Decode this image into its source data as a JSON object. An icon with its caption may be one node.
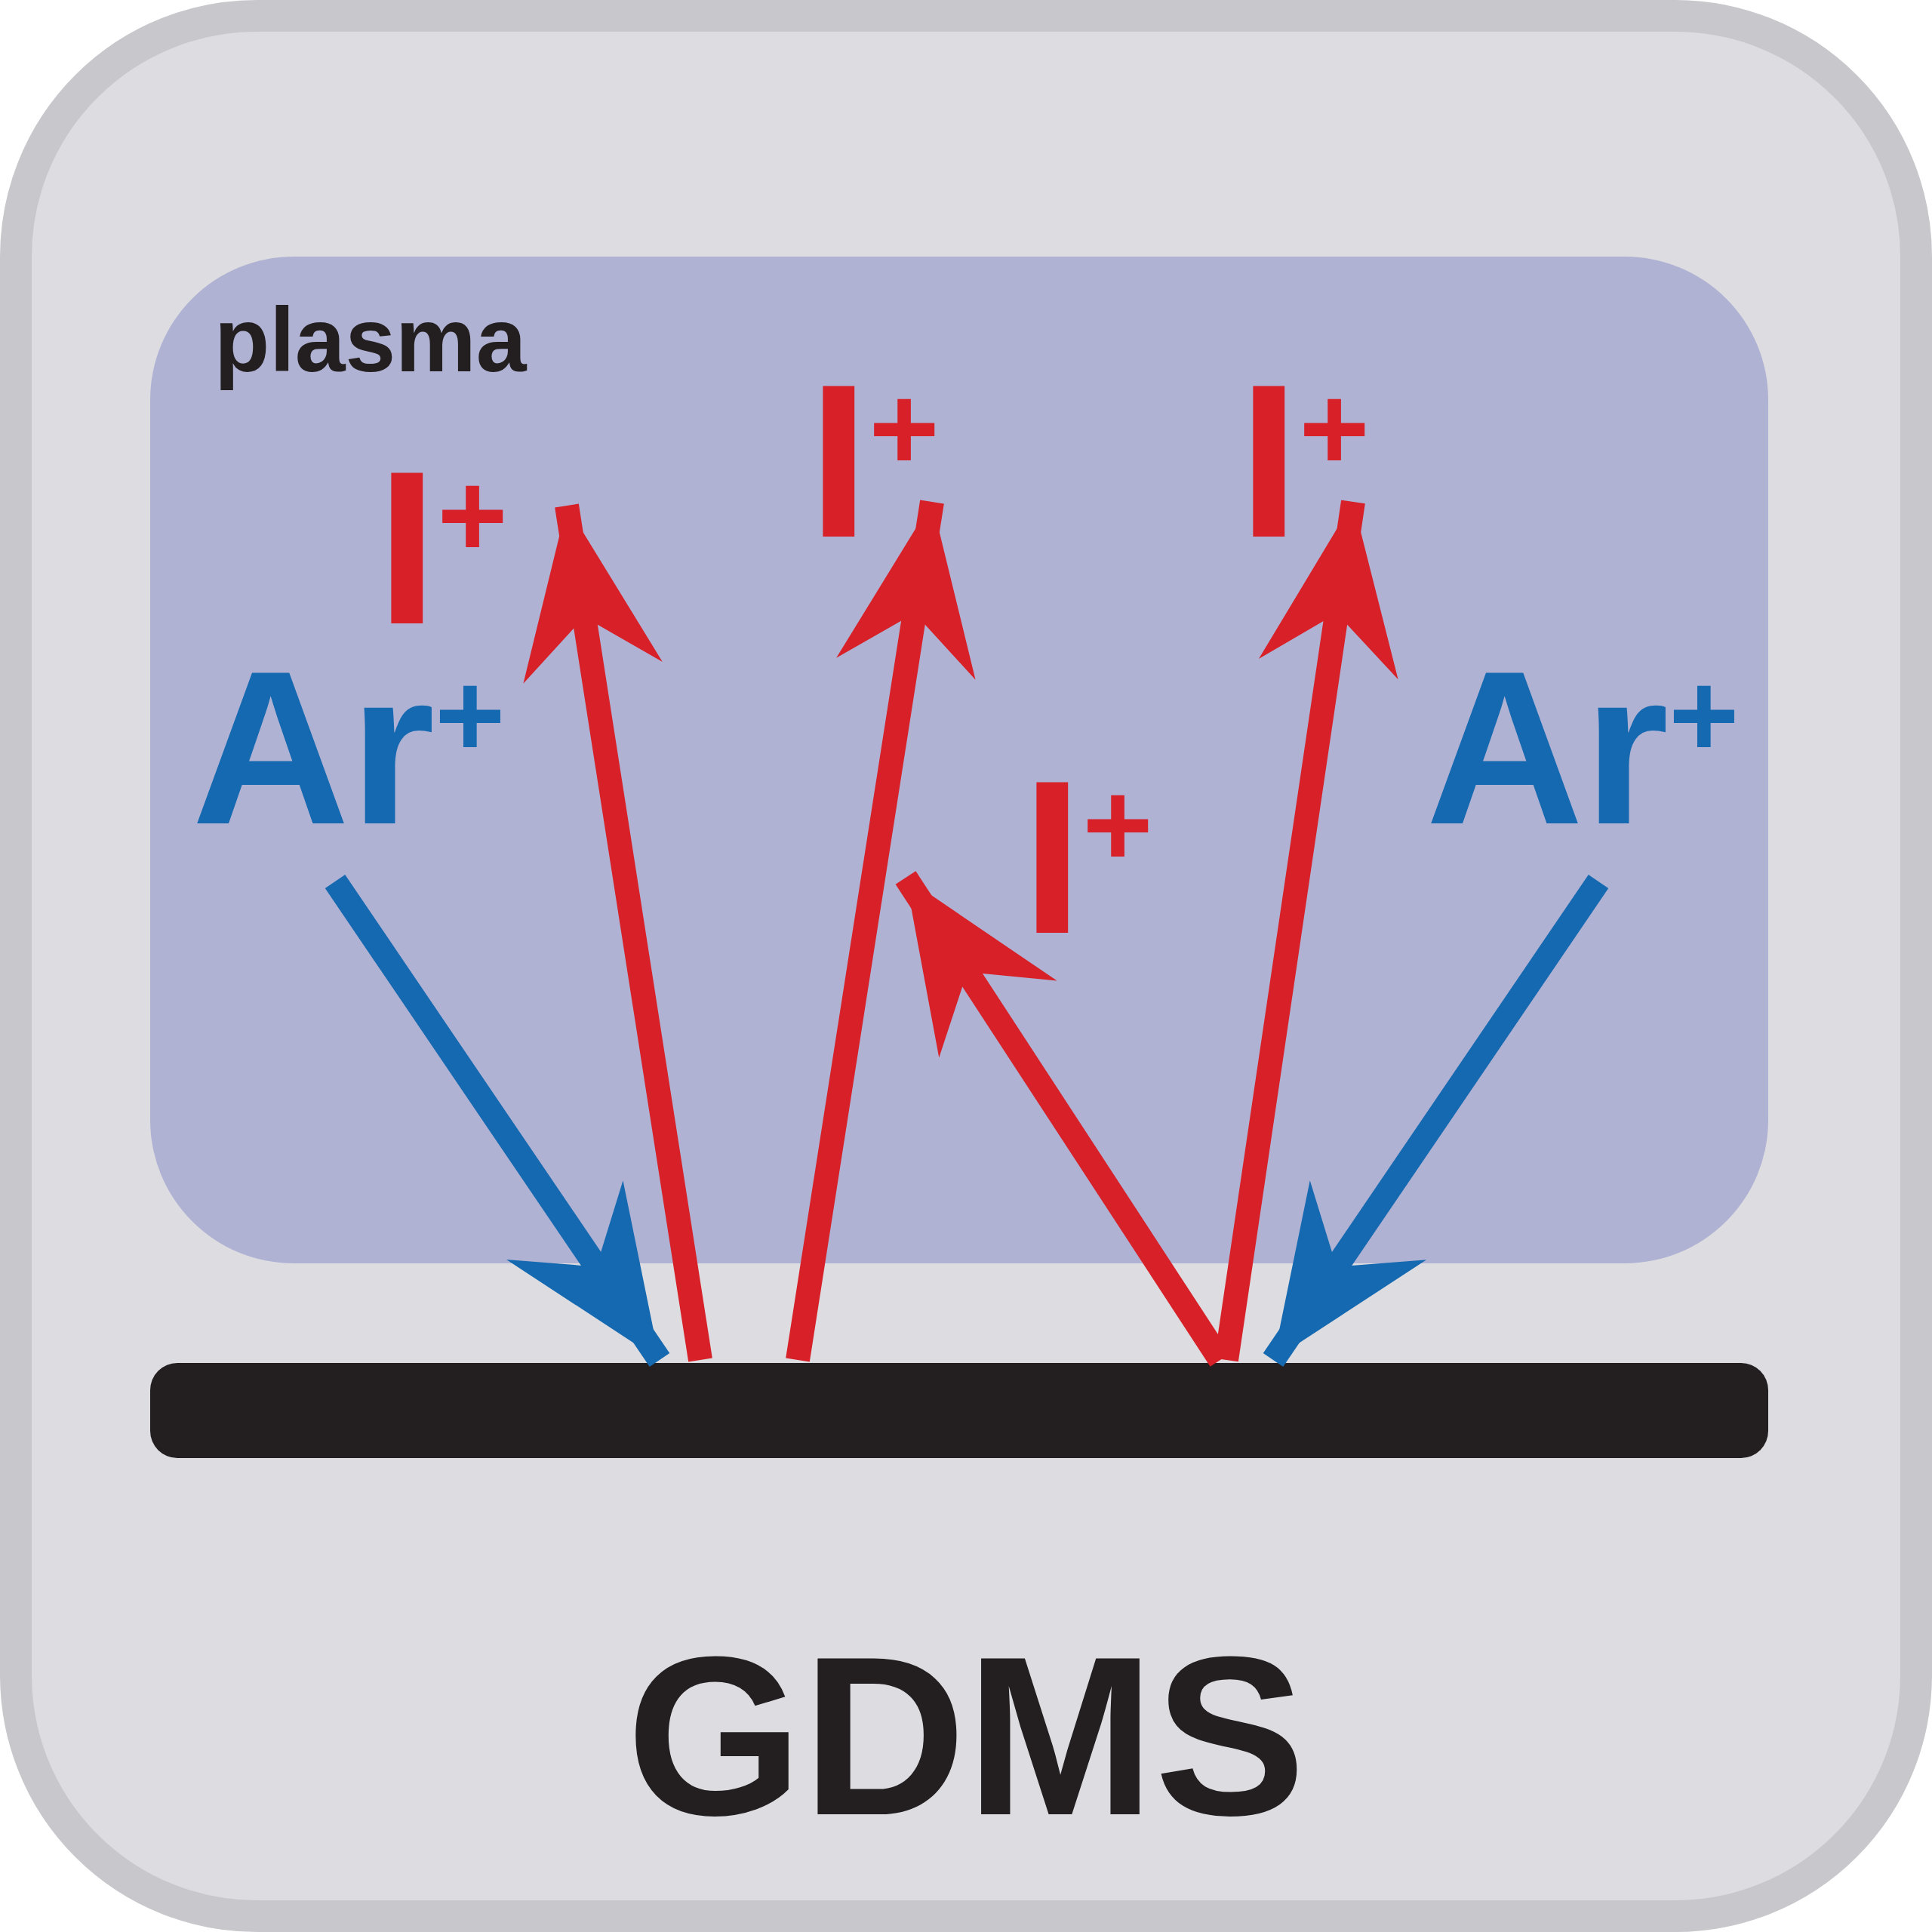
{
  "diagram": {
    "caption": "GDMS",
    "nodes": [
      {
        "text": [
          "plasma"
        ]
      },
      {
        "text": [
          "I$^{+}$"
        ],
        "in": 0
      },
      {
        "text": [
          "I$^{+}$"
        ],
        "in": 0
      },
      {
        "text": [
          "I$^{+}$"
        ],
        "in": 0
      },
      {
        "text": [
          "Ar$^{+}$"
        ],
        "in": 0
      },
      {
        "text": [
          "I$^{+}$"
        ],
        "in": 0
      },
      {
        "text": [
          "Ar$^{+}$"
        ],
        "in": 0
      },
      {
        "text": [],
        "shape": "bar"
      }
    ],
    "edges": [
      {
        "from": 4,
        "to": 7,
        "arrow": "to",
        "color": "#1569b0"
      },
      {
        "from": 7,
        "to": 1,
        "arrow": "to"
      },
      {
        "from": 7,
        "to": 2,
        "arrow": "to"
      },
      {
        "from": 7,
        "to": 5,
        "arrow": "to"
      },
      {
        "from": 7,
        "to": 3,
        "arrow": "to"
      },
      {
        "from": 6,
        "to": 7,
        "arrow": "to",
        "color": "#1569b0"
      }
    ]
  }
}
